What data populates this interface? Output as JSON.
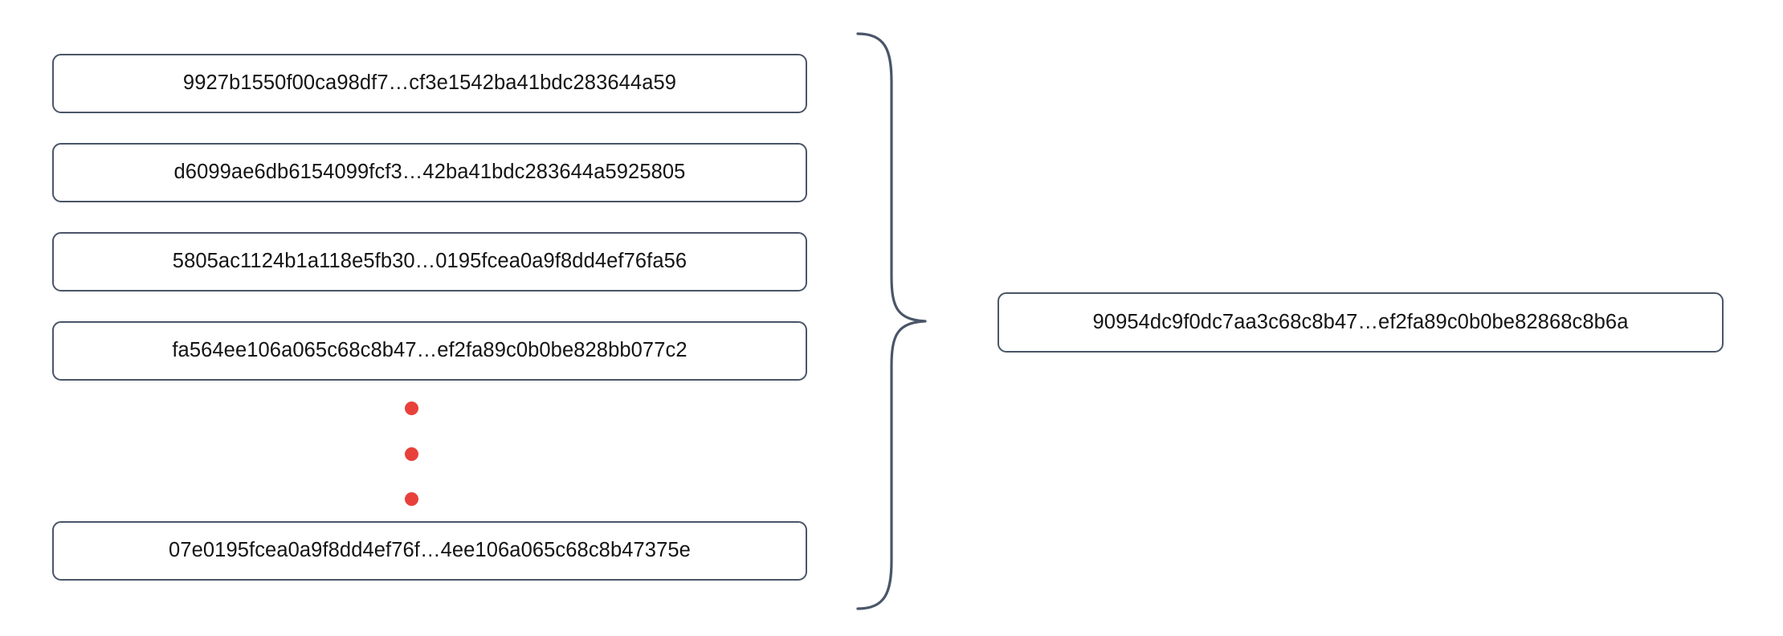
{
  "diagram": {
    "type": "merkle-hash-aggregation",
    "inputs": {
      "label": "input-hash-list",
      "items": [
        {
          "hash": "9927b1550f00ca98df7…cf3e1542ba41bdc283644a59"
        },
        {
          "hash": "d6099ae6db6154099fcf3…42ba41bdc283644a5925805"
        },
        {
          "hash": "5805ac1124b1a118e5fb30…0195fcea0a9f8dd4ef76fa56"
        },
        {
          "hash": "fa564ee106a065c68c8b47…ef2fa89c0b0be828bb077c2"
        },
        {
          "hash": "07e0195fcea0a9f8dd4ef76f…4ee106a065c68c8b47375e"
        }
      ],
      "ellipsis": {
        "name": "vertical-ellipsis",
        "dot_count": 3,
        "color": "#e8413c"
      }
    },
    "connector": {
      "name": "curly-brace",
      "orientation": "right-pointing",
      "color": "#4a5568"
    },
    "output": {
      "label": "aggregated-hash",
      "hash": "90954dc9f0dc7aa3c68c8b47…ef2fa89c0b0be82868c8b6a"
    },
    "style": {
      "box_border_color": "#4a5568",
      "box_fill_color": "#ffffff",
      "text_color": "#141414",
      "accent_color": "#e8413c",
      "background_color": "#ffffff"
    }
  }
}
